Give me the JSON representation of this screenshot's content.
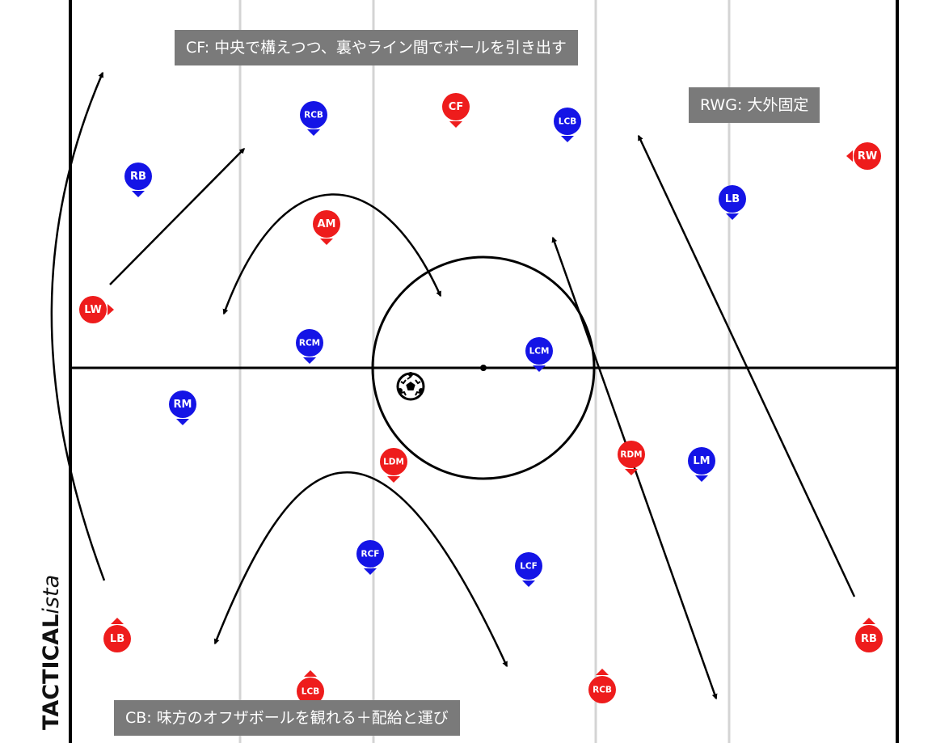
{
  "brand": {
    "main": "TACTICAL",
    "italic": "ista"
  },
  "colors": {
    "red": "#ee1c1c",
    "blue": "#1414e6",
    "line": "#000000",
    "lane": "#d4d4d4",
    "note_bg": "#7a7a7a"
  },
  "notes": {
    "cf": "CF: 中央で構えつつ、裏やライン間でボールを引き出す",
    "rwg": "RWG: 大外固定",
    "cb": "CB: 味方のオフザボールを観れる＋配給と運び"
  },
  "players": [
    {
      "label": "CF",
      "team": "red",
      "dir": "down"
    },
    {
      "label": "RW",
      "team": "red",
      "dir": "left"
    },
    {
      "label": "AM",
      "team": "red",
      "dir": "down"
    },
    {
      "label": "LW",
      "team": "red",
      "dir": "right"
    },
    {
      "label": "LDM",
      "team": "red",
      "dir": "down"
    },
    {
      "label": "RDM",
      "team": "red",
      "dir": "down"
    },
    {
      "label": "LB",
      "team": "red",
      "dir": "up"
    },
    {
      "label": "RB",
      "team": "red",
      "dir": "up"
    },
    {
      "label": "LCB",
      "team": "red",
      "dir": "up"
    },
    {
      "label": "RCB",
      "team": "red",
      "dir": "up"
    },
    {
      "label": "RCB",
      "team": "blue",
      "dir": "down"
    },
    {
      "label": "LCB",
      "team": "blue",
      "dir": "down"
    },
    {
      "label": "RB",
      "team": "blue",
      "dir": "down"
    },
    {
      "label": "LB",
      "team": "blue",
      "dir": "down"
    },
    {
      "label": "RCM",
      "team": "blue",
      "dir": "down"
    },
    {
      "label": "LCM",
      "team": "blue",
      "dir": "down"
    },
    {
      "label": "RM",
      "team": "blue",
      "dir": "down"
    },
    {
      "label": "LM",
      "team": "blue",
      "dir": "down"
    },
    {
      "label": "RCF",
      "team": "blue",
      "dir": "down"
    },
    {
      "label": "LCF",
      "team": "blue",
      "dir": "down"
    }
  ]
}
